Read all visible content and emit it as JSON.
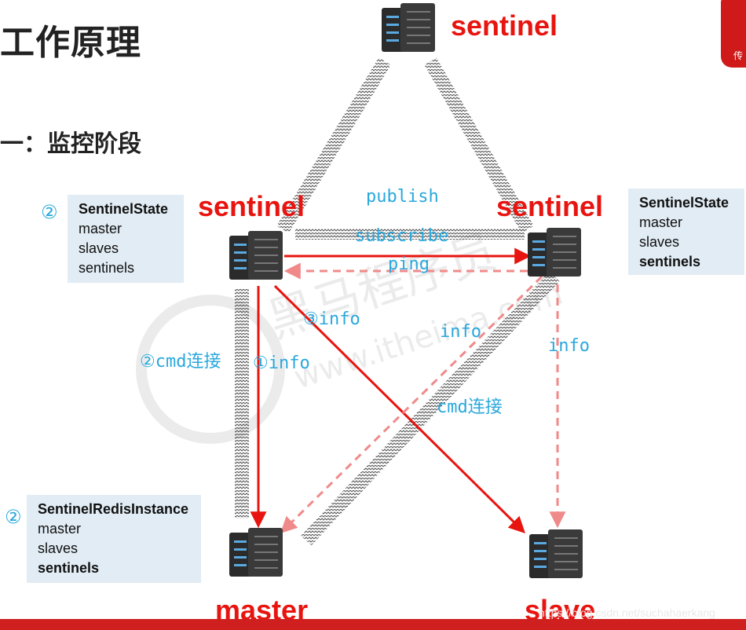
{
  "title": "工作原理",
  "subtitle": "一：监控阶段",
  "nodes": {
    "top": "sentinel",
    "left": "sentinel",
    "right": "sentinel",
    "master": "master",
    "slave": "slave"
  },
  "labels": {
    "publish": "publish",
    "subscribe": "subscribe",
    "ping": "ping",
    "info3": "③info",
    "info_right": "info",
    "info_far": "info",
    "cmd2": "②cmd连接",
    "info1": "①info",
    "cmd": "cmd连接"
  },
  "box_left_top": {
    "num": "②",
    "lines": [
      "SentinelState",
      "master",
      "slaves",
      "sentinels"
    ]
  },
  "box_right": {
    "lines": [
      "SentinelState",
      "master",
      "slaves",
      "sentinels"
    ]
  },
  "box_bottom": {
    "num": "②",
    "lines": [
      "SentinelRedisInstance",
      "master",
      "slaves",
      "sentinels"
    ]
  },
  "watermark": "https://blog.csdn.net/suchahaerkang",
  "logo_char": "传",
  "colors": {
    "red": "#e8140f",
    "blue": "#2aa8dc",
    "box": "#e1ecf4",
    "pink_dashed": "#f08a8a"
  }
}
